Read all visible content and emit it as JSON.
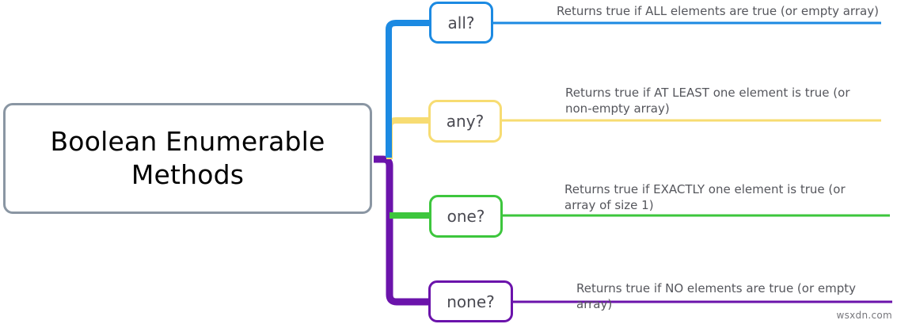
{
  "diagram": {
    "type": "mind-map",
    "orientation": "left-to-right",
    "watermark": "wsxdn.com",
    "root": {
      "label": "Boolean Enumerable Methods",
      "border_color": "#8a96a3",
      "text_color": "#000000"
    },
    "branches": [
      {
        "id": "all",
        "label": "all?",
        "color": "#1c8ae2",
        "description": "Returns true if ALL elements are true (or empty array)"
      },
      {
        "id": "any",
        "label": "any?",
        "color": "#f7dc72",
        "description": "Returns true if AT LEAST one element is true (or non-empty array)"
      },
      {
        "id": "one",
        "label": "one?",
        "color": "#3dc63d",
        "description": "Returns true if EXACTLY one element is true (or array of size 1)"
      },
      {
        "id": "none",
        "label": "none?",
        "color": "#6b13ab",
        "description": "Returns true if NO elements are true (or empty array)"
      }
    ]
  }
}
